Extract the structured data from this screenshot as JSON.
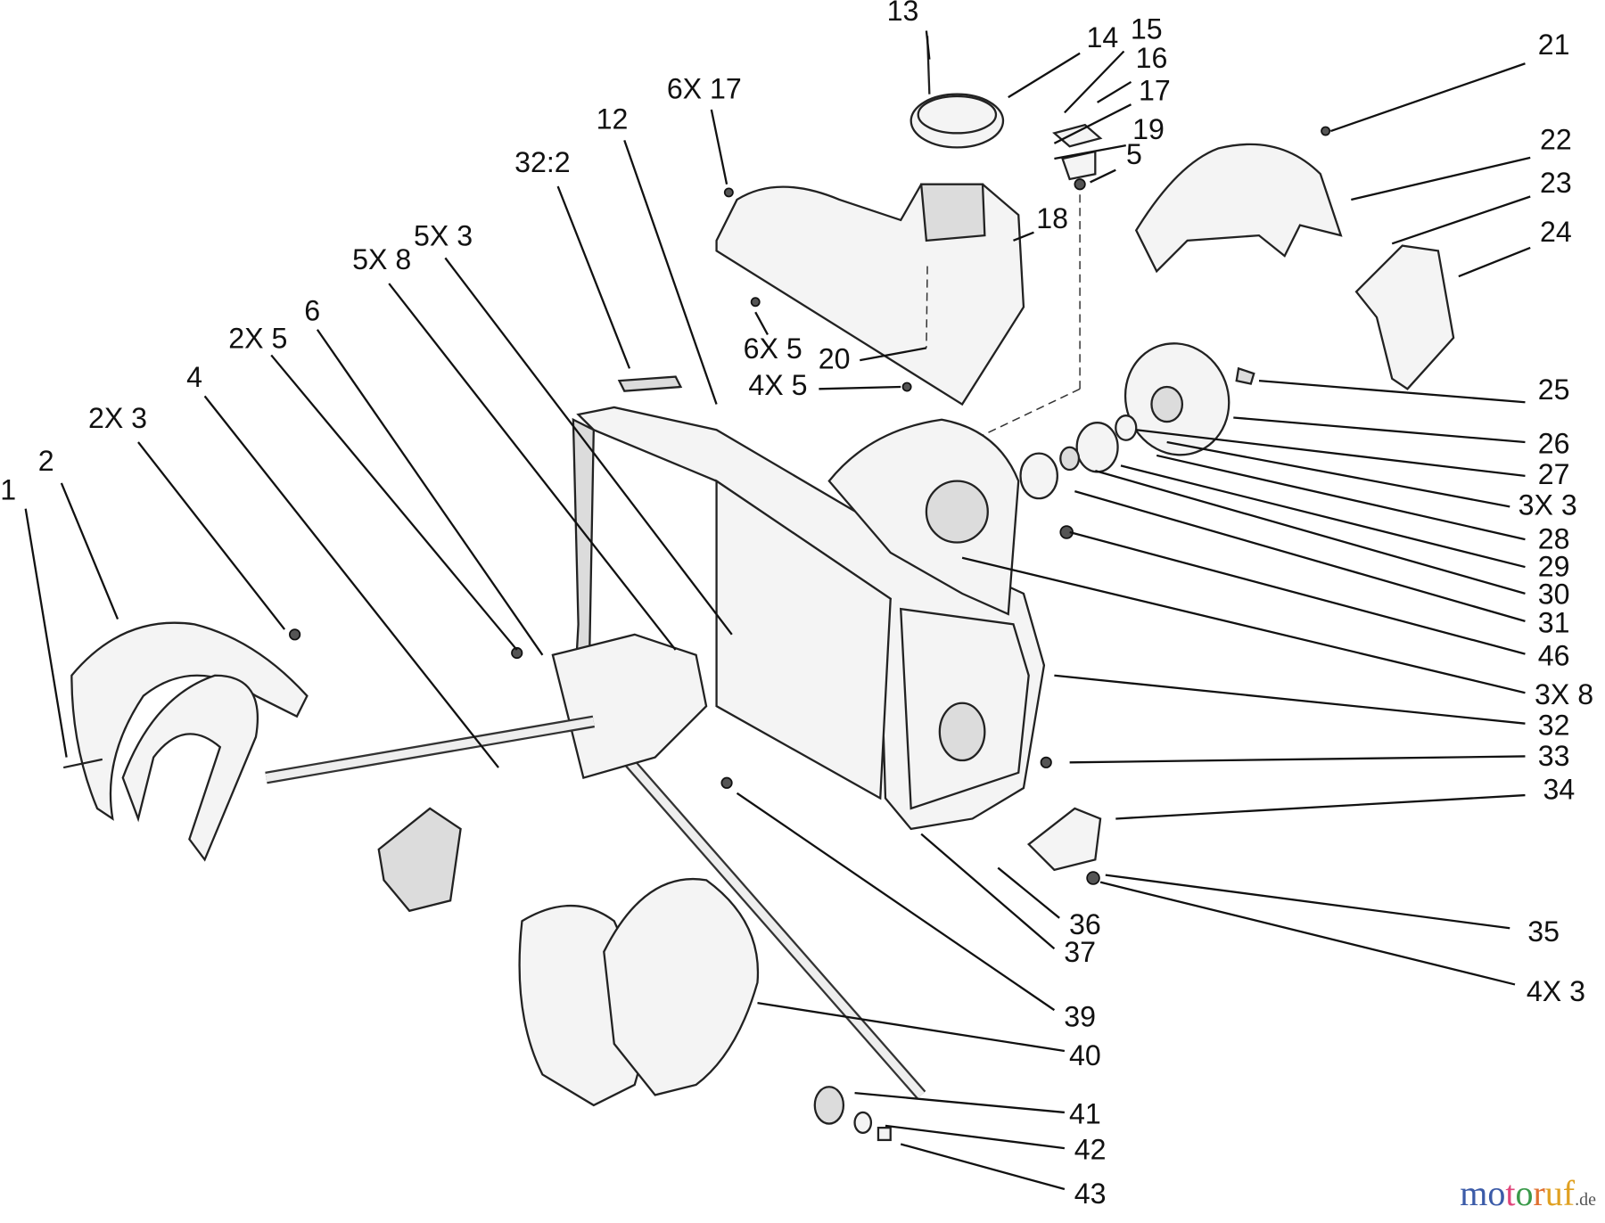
{
  "diagram": {
    "labels": [
      "13",
      "14",
      "15",
      "16",
      "17",
      "19",
      "5",
      "21",
      "22",
      "23",
      "24",
      "25",
      "26",
      "27",
      "3X 3",
      "28",
      "29",
      "30",
      "31",
      "46",
      "3X 8",
      "32",
      "33",
      "34",
      "35",
      "4X 3",
      "36",
      "37",
      "39",
      "40",
      "41",
      "42",
      "43",
      "1",
      "2",
      "2X 3",
      "4",
      "2X 5",
      "6",
      "5X 8",
      "5X 3",
      "32:2",
      "12",
      "6X 17",
      "18",
      "6X 5",
      "20",
      "4X 5"
    ]
  },
  "watermark": {
    "letters": [
      "m",
      "o",
      "t",
      "o",
      "r",
      "u",
      "f"
    ],
    "colors": [
      "#3b5ba8",
      "#3b5ba8",
      "#e0457b",
      "#3a9a4a",
      "#e07030",
      "#e0a020",
      "#e0a020"
    ],
    "suffix": ".de"
  }
}
